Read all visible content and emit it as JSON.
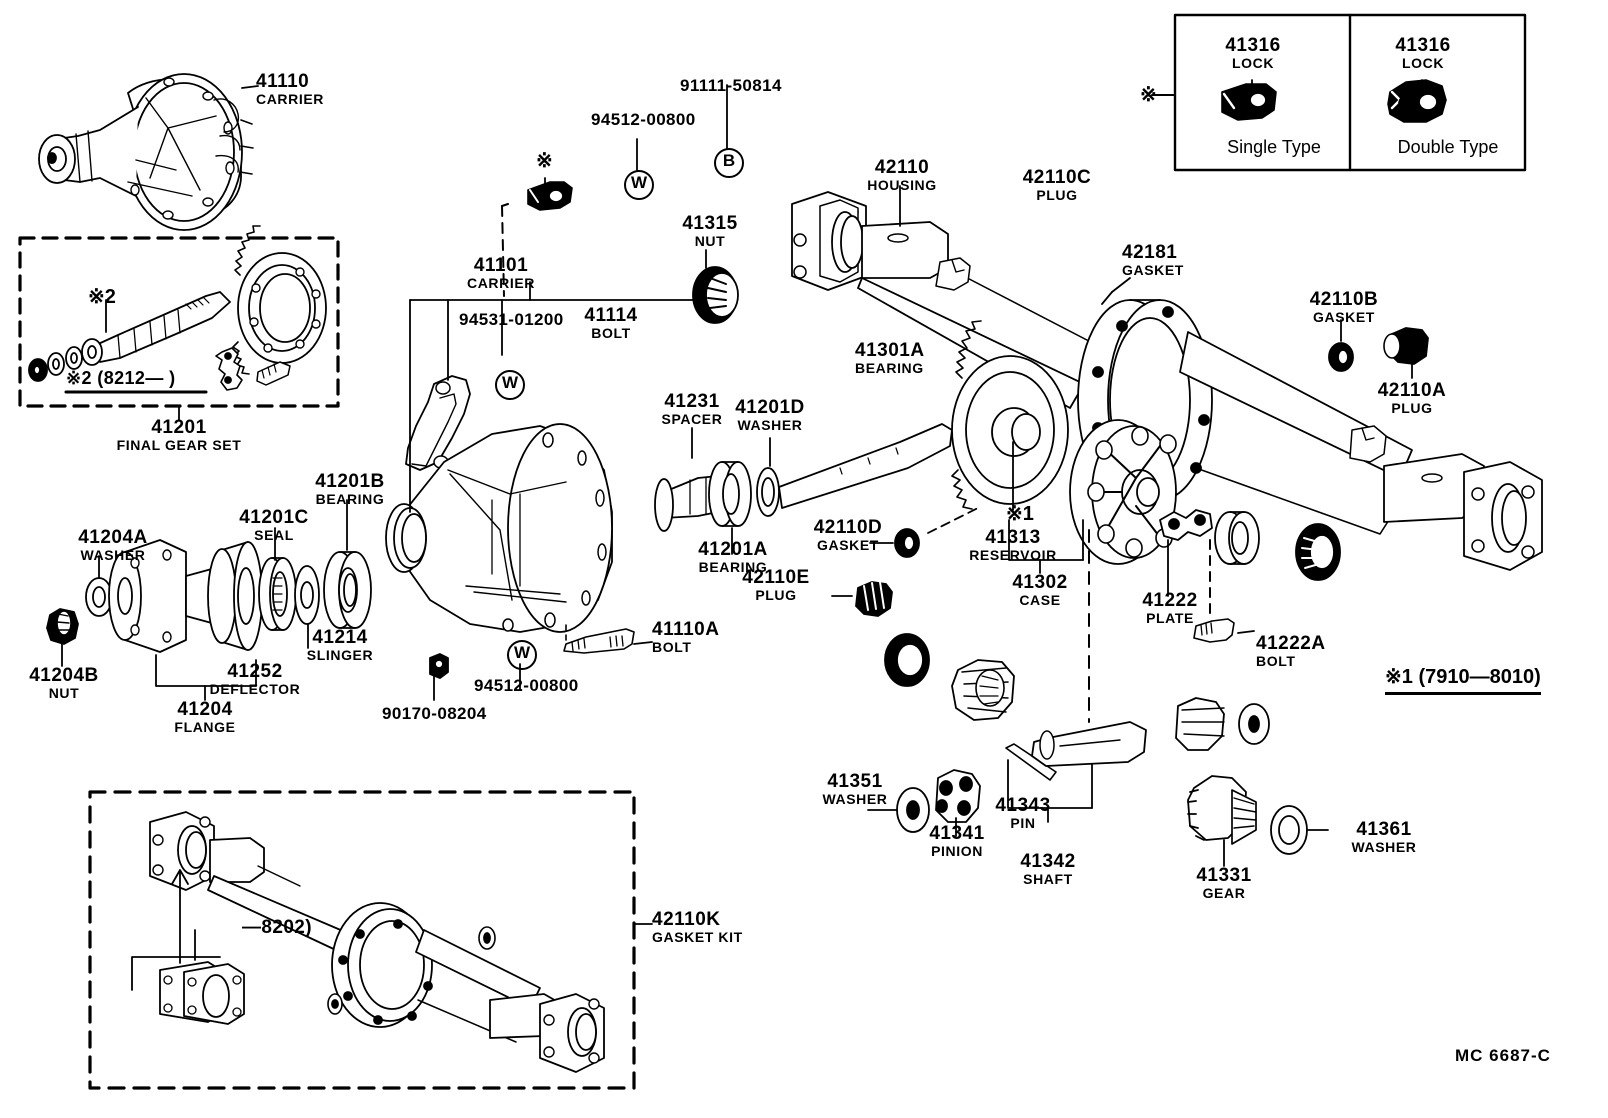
{
  "diagram": {
    "title": "Toyota Rear Axle Housing & Differential Parts Diagram",
    "footer_code": "MC 6687-C"
  },
  "parts": {
    "carrier_assy": {
      "num": "41110",
      "name": "CARRIER"
    },
    "final_gear_set": {
      "num": "41201",
      "name": "FINAL GEAR SET"
    },
    "washer_41204a": {
      "num": "41204A",
      "name": "WASHER"
    },
    "nut_41204b": {
      "num": "41204B",
      "name": "NUT"
    },
    "flange_41204": {
      "num": "41204",
      "name": "FLANGE"
    },
    "deflector_41252": {
      "num": "41252",
      "name": "DEFLECTOR"
    },
    "seal_41201c": {
      "num": "41201C",
      "name": "SEAL"
    },
    "slinger_41214": {
      "num": "41214",
      "name": "SLINGER"
    },
    "bearing_41201b": {
      "num": "41201B",
      "name": "BEARING"
    },
    "carrier_41101": {
      "num": "41101",
      "name": "CARRIER"
    },
    "bolt_41114": {
      "num": "41114",
      "name": "BOLT"
    },
    "bolt_41110a": {
      "num": "41110A",
      "name": "BOLT"
    },
    "spacer_41231": {
      "num": "41231",
      "name": "SPACER"
    },
    "bearing_41201a": {
      "num": "41201A",
      "name": "BEARING"
    },
    "washer_41201d": {
      "num": "41201D",
      "name": "WASHER"
    },
    "nut_41315": {
      "num": "41315",
      "name": "NUT"
    },
    "housing_42110": {
      "num": "42110",
      "name": "HOUSING"
    },
    "plug_42110c": {
      "num": "42110C",
      "name": "PLUG"
    },
    "gasket_42181": {
      "num": "42181",
      "name": "GASKET"
    },
    "gasket_42110b": {
      "num": "42110B",
      "name": "GASKET"
    },
    "plug_42110a": {
      "num": "42110A",
      "name": "PLUG"
    },
    "bearing_41301a": {
      "num": "41301A",
      "name": "BEARING"
    },
    "gasket_42110d": {
      "num": "42110D",
      "name": "GASKET"
    },
    "plug_42110e": {
      "num": "42110E",
      "name": "PLUG"
    },
    "reservoir_41313": {
      "num": "41313",
      "name": "RESERVOIR"
    },
    "case_41302": {
      "num": "41302",
      "name": "CASE"
    },
    "plate_41222": {
      "num": "41222",
      "name": "PLATE"
    },
    "bolt_41222a": {
      "num": "41222A",
      "name": "BOLT"
    },
    "washer_41351": {
      "num": "41351",
      "name": "WASHER"
    },
    "pinion_41341": {
      "num": "41341",
      "name": "PINION"
    },
    "pin_41343": {
      "num": "41343",
      "name": "PIN"
    },
    "shaft_41342": {
      "num": "41342",
      "name": "SHAFT"
    },
    "gear_41331": {
      "num": "41331",
      "name": "GEAR"
    },
    "washer_41361": {
      "num": "41361",
      "name": "WASHER"
    },
    "gasket_kit_42110k": {
      "num": "42110K",
      "name": "GASKET KIT"
    },
    "lock_single": {
      "num": "41316",
      "name": "LOCK"
    },
    "lock_double": {
      "num": "41316",
      "name": "LOCK"
    }
  },
  "hardware_codes": {
    "code_94512_a": "94512-00800",
    "code_94512_b": "94512-00800",
    "code_91111": "91111-50814",
    "code_94531": "94531-01200",
    "code_90170": "90170-08204",
    "circle_w_1": "W",
    "circle_w_2": "W",
    "circle_w_3": "W",
    "circle_b_1": "B"
  },
  "notes": {
    "kome2_marker": "※2",
    "kome2_range": "※2 (8212—          )",
    "kome1_marker": "※1",
    "kome1_range": "※1 (7910—8010)",
    "kome_star": "※",
    "gasket_kit_range": "—8202)"
  },
  "lock_box": {
    "single_type_label": "Single Type",
    "double_type_label": "Double Type"
  }
}
